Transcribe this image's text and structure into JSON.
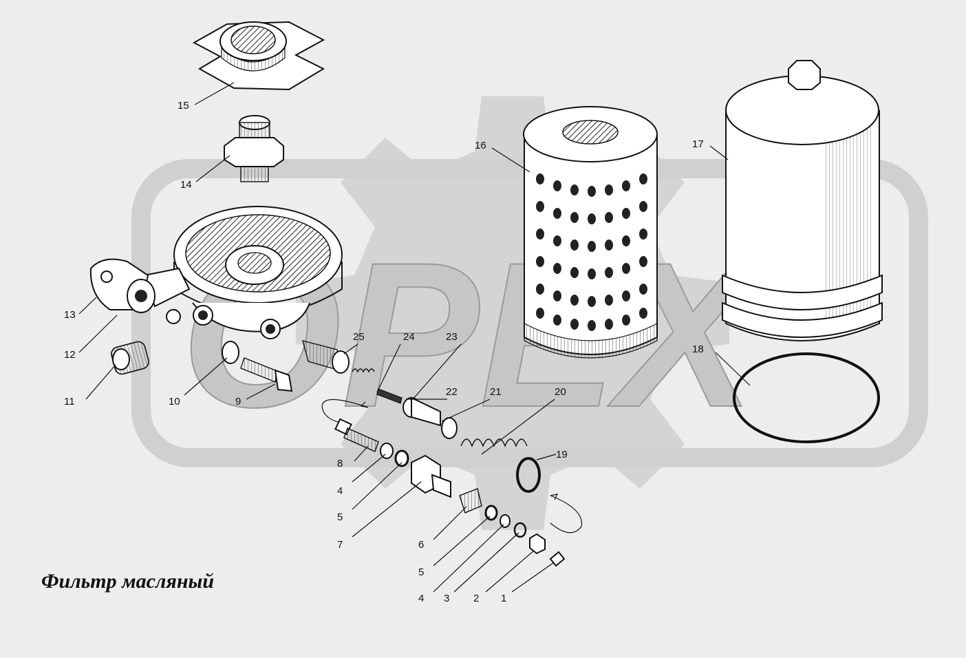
{
  "title": "Фильтр масляный",
  "watermark": "ОРЕХ",
  "colors": {
    "background": "#ededed",
    "watermark": "#c9c9c9",
    "line": "#111111"
  },
  "callouts": {
    "c1": "1",
    "c2": "2",
    "c3": "3",
    "c4a": "4",
    "c4b": "4",
    "c5a": "5",
    "c5b": "5",
    "c6": "6",
    "c7": "7",
    "c8": "8",
    "c9": "9",
    "c10": "10",
    "c11": "11",
    "c12": "12",
    "c13": "13",
    "c14": "14",
    "c15": "15",
    "c16": "16",
    "c17": "17",
    "c18": "18",
    "c19": "19",
    "c20": "20",
    "c21": "21",
    "c22": "22",
    "c23": "23",
    "c24": "24",
    "c25": "25"
  }
}
